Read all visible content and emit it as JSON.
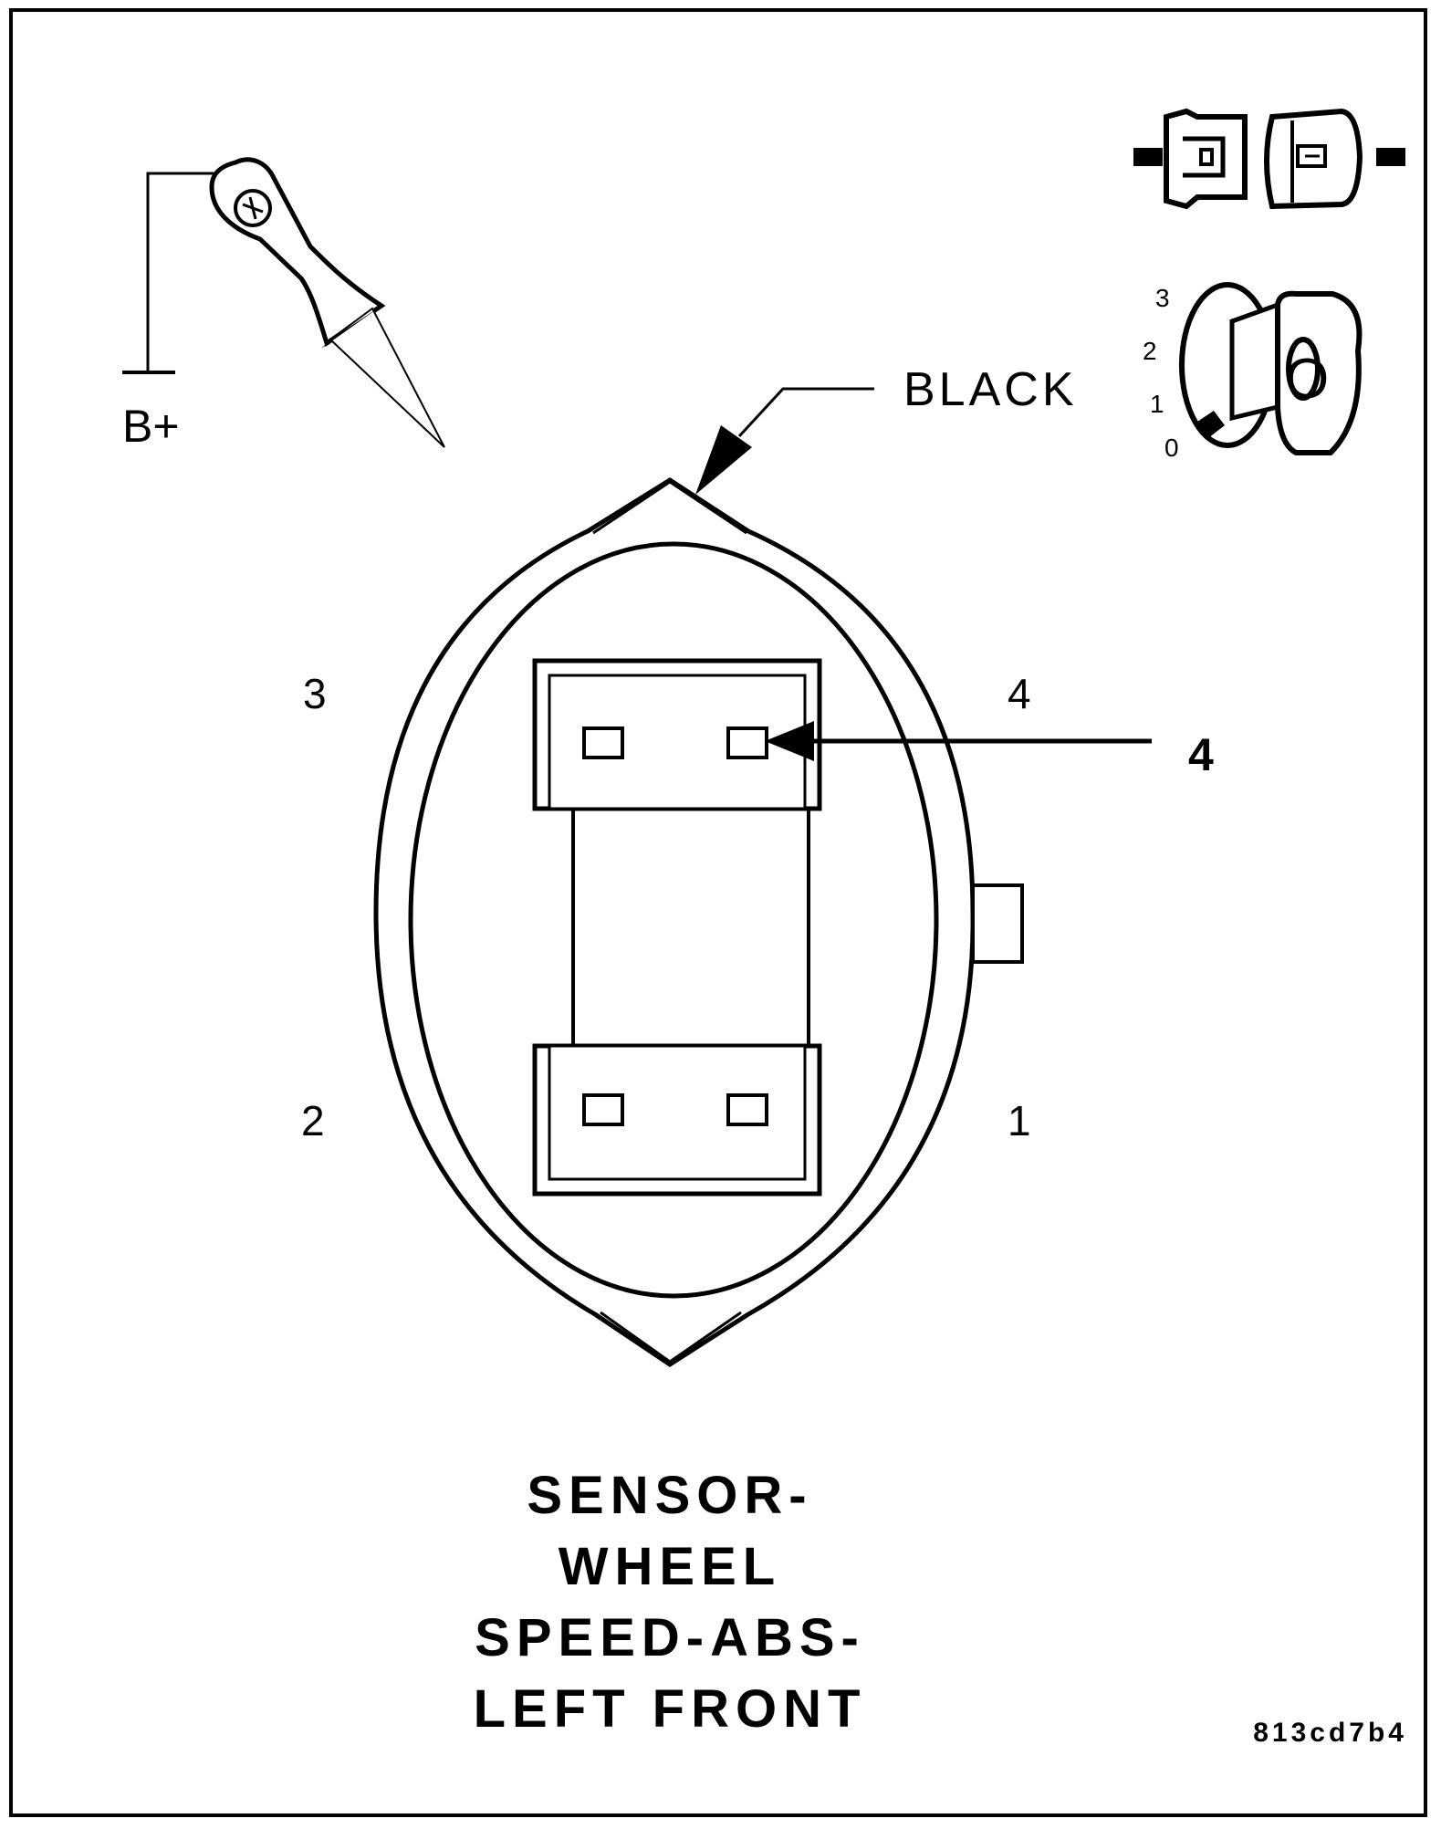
{
  "probe": {
    "icon": "back-probe-tool-icon",
    "supply_label": "B+"
  },
  "connector_icon": "connector-disconnected-icon",
  "ignition": {
    "icon": "ignition-key-icon",
    "positions": [
      "3",
      "2",
      "1",
      "0"
    ],
    "key_label": "O"
  },
  "wire_color_label": "BLACK",
  "cavities": {
    "top_left": "3",
    "top_right": "4",
    "bottom_left": "2",
    "bottom_right": "1"
  },
  "callout": {
    "label": "4"
  },
  "title_lines": [
    "SENSOR-",
    "WHEEL",
    "SPEED-ABS-",
    "LEFT FRONT"
  ],
  "figure_code": "813cd7b4"
}
